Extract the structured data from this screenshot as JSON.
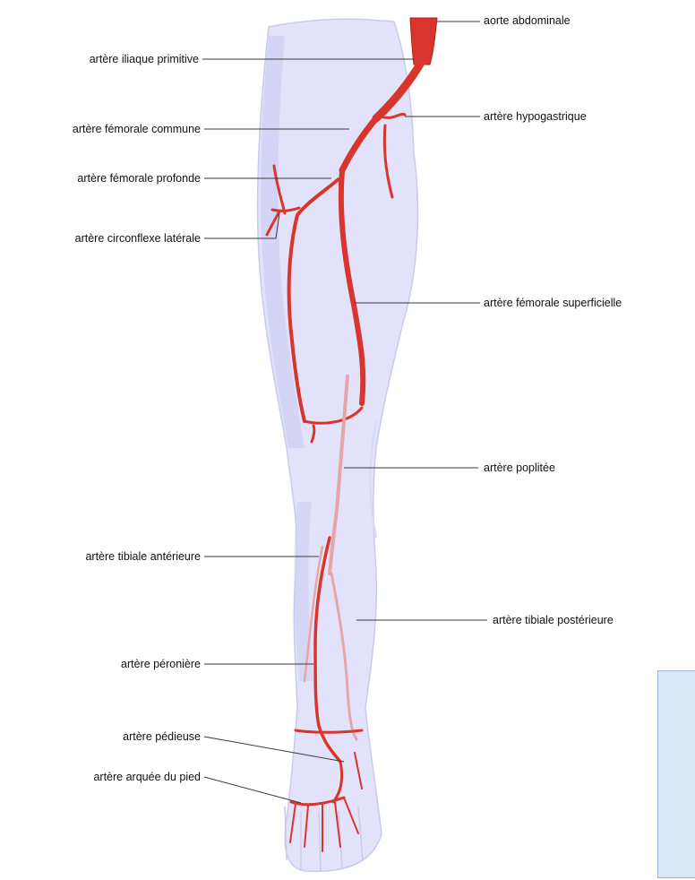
{
  "colors": {
    "artery": "#d8362c",
    "artery_dark": "#b3231c",
    "leg_fill": "#e2e2fb",
    "leg_shade": "#cfd0f4",
    "leader": "#3a3a3a",
    "box_fill": "#dde8f6",
    "box_border": "#9ab3d6"
  },
  "labels": {
    "aorte_abdominale": "aorte abdominale",
    "iliaque_primitive": "artère iliaque primitive",
    "femorale_commune": "artère fémorale commune",
    "hypogastrique": "artère hypogastrique",
    "femorale_profonde": "artère fémorale profonde",
    "circonflexe_laterale": "artère circonflexe latérale",
    "femorale_superficielle": "artère fémorale superficielle",
    "poplitee": "artère poplitée",
    "tibiale_anterieure": "artère tibiale antérieure",
    "tibiale_posterieure": "artère tibiale postérieure",
    "peroniere": "artère péronière",
    "pedieuse": "artère pédieuse",
    "arquee_pied": "artère arquée du pied"
  }
}
